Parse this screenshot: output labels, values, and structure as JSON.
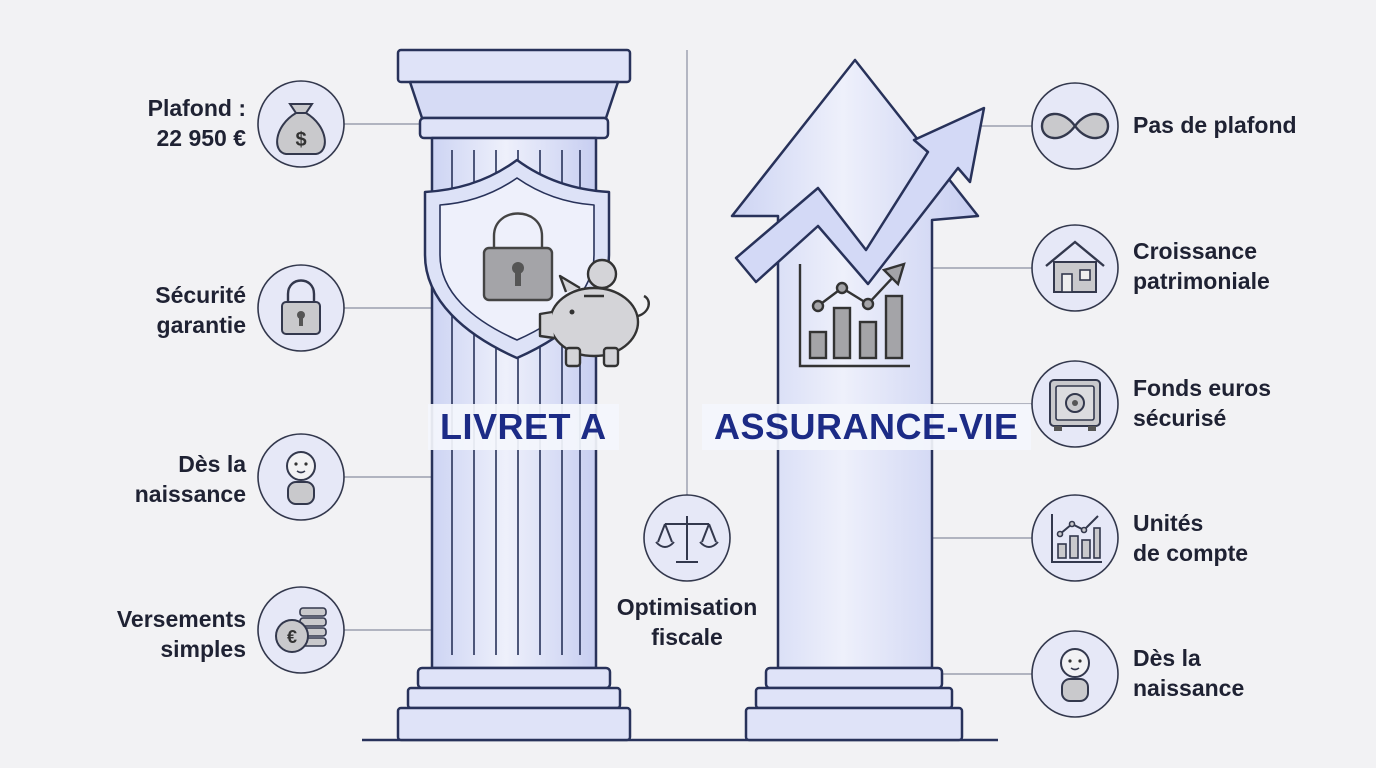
{
  "pillars": {
    "livret": {
      "title": "LIVRET A"
    },
    "assurance": {
      "title": "ASSURANCE-VIE"
    }
  },
  "features_left": [
    {
      "icon": "money-bag-icon",
      "line1": "Plafond :",
      "line2": "22 950 €"
    },
    {
      "icon": "padlock-icon",
      "line1": "Sécurité",
      "line2": "garantie"
    },
    {
      "icon": "baby-icon",
      "line1": "Dès la",
      "line2": "naissance"
    },
    {
      "icon": "euro-coins-icon",
      "line1": "Versements",
      "line2": "simples"
    }
  ],
  "center_feature": {
    "icon": "scales-icon",
    "line1": "Optimisation",
    "line2": "fiscale"
  },
  "features_right": [
    {
      "icon": "infinity-icon",
      "line1": "Pas de plafond",
      "line2": ""
    },
    {
      "icon": "house-icon",
      "line1": "Croissance",
      "line2": "patrimoniale"
    },
    {
      "icon": "safe-icon",
      "line1": "Fonds euros",
      "line2": "sécurisé"
    },
    {
      "icon": "growth-chart-icon",
      "line1": "Unités",
      "line2": "de compte"
    },
    {
      "icon": "baby-icon",
      "line1": "Dès la",
      "line2": "naissance"
    }
  ],
  "colors": {
    "pillar_fill": "#dfe3f8",
    "pillar_shade": "#c9d0f2",
    "pillar_stroke": "#28325a",
    "title_color": "#1c2b86",
    "icon_circle": "#e6e8f7",
    "icon_gray": "#9a9a9f",
    "connector": "#8a8ea0"
  }
}
